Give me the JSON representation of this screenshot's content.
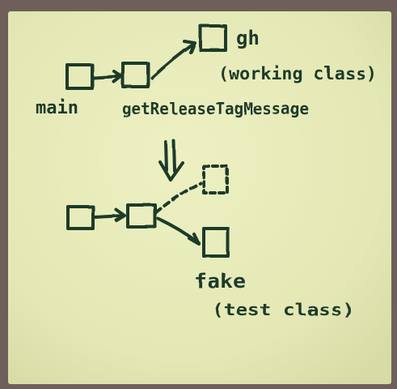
{
  "colors": {
    "paper": "#e7ebb8",
    "ink": "#1f3a2a",
    "background": "#6f5f5a"
  },
  "before": {
    "nodes": {
      "main": "main",
      "get_release_tag_message": "getReleaseTagMessage",
      "gh": "gh",
      "gh_note": "(working class)"
    }
  },
  "transition_arrow": "⇓",
  "after": {
    "nodes": {
      "fake": "fake",
      "fake_note": "(test class)"
    }
  }
}
